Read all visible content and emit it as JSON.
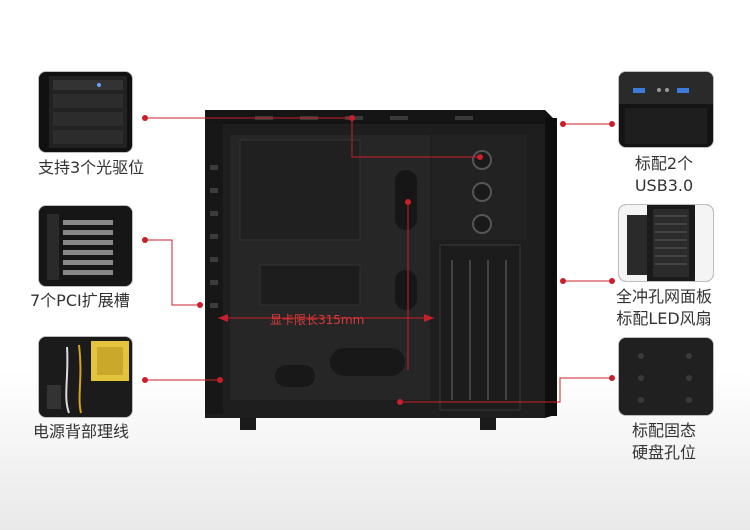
{
  "features": {
    "drive_bays": "支持3个光驱位",
    "pci_slots": "7个PCI扩展槽",
    "rear_cable": "电源背部理线",
    "usb": [
      "标配2个",
      "USB3.0"
    ],
    "mesh_panel": [
      "全冲孔网面板",
      "标配LED风扇"
    ],
    "ssd": [
      "标配固态",
      "硬盘孔位"
    ]
  },
  "dimension_label": "显卡限长315mm",
  "colors": {
    "accent": "#c8202a",
    "case_body": "#1e1e1e"
  }
}
